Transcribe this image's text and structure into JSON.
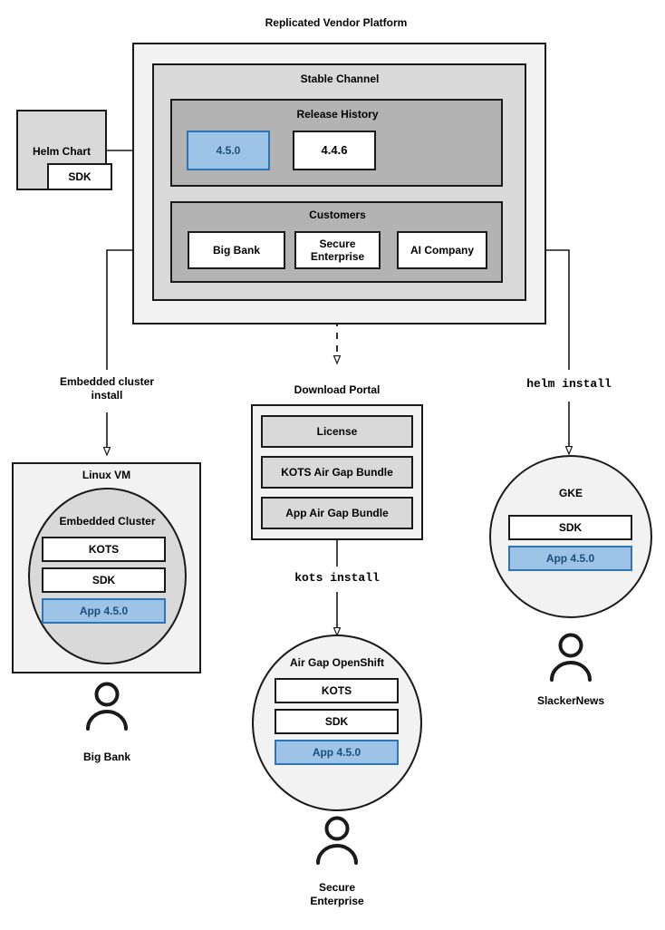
{
  "diagram": {
    "title": "Replicated Vendor Platform",
    "type": "architecture-flow"
  },
  "platform": {
    "title": "Replicated Vendor Platform",
    "channel": {
      "title": "Stable Channel",
      "release_history": {
        "title": "Release History",
        "releases": [
          {
            "version": "4.5.0",
            "highlighted": true
          },
          {
            "version": "4.4.6",
            "highlighted": false
          }
        ]
      },
      "customers": {
        "title": "Customers",
        "items": [
          {
            "name": "Big Bank"
          },
          {
            "name": "Secure\nEnterprise"
          },
          {
            "name": "AI Company"
          }
        ]
      }
    }
  },
  "helm_chart": {
    "title": "Helm Chart",
    "sdk_label": "SDK"
  },
  "connectors": {
    "embedded_cluster_install": "Embedded cluster\ninstall",
    "helm_install": "helm install",
    "kots_install": "kots install"
  },
  "download_portal": {
    "title": "Download Portal",
    "artifacts": [
      {
        "label": "License"
      },
      {
        "label": "KOTS Air Gap Bundle"
      },
      {
        "label": "App Air Gap Bundle"
      }
    ]
  },
  "targets": {
    "linux_vm": {
      "title": "Linux VM",
      "cluster_title": "Embedded Cluster",
      "components": [
        {
          "label": "KOTS",
          "highlighted": false
        },
        {
          "label": "SDK",
          "highlighted": false
        },
        {
          "label": "App 4.5.0",
          "highlighted": true
        }
      ],
      "customer": "Big Bank"
    },
    "airgap_openshift": {
      "title": "Air Gap OpenShift",
      "components": [
        {
          "label": "KOTS",
          "highlighted": false
        },
        {
          "label": "SDK",
          "highlighted": false
        },
        {
          "label": "App 4.5.0",
          "highlighted": true
        }
      ],
      "customer": "Secure\nEnterprise"
    },
    "gke": {
      "title": "GKE",
      "components": [
        {
          "label": "SDK",
          "highlighted": false
        },
        {
          "label": "App 4.5.0",
          "highlighted": true
        }
      ],
      "customer": "SlackerNews"
    }
  },
  "icons": {
    "person": "person-icon",
    "arrow": "arrow-head-icon"
  },
  "colors": {
    "outline": "#1a1a1a",
    "level1_fill": "#f2f2f2",
    "level2_fill": "#d9d9d9",
    "level3_fill": "#b3b3b3",
    "highlight_fill": "#9dc3e6",
    "highlight_border": "#2e75b6",
    "highlight_text": "#1f4e79",
    "white_fill": "#ffffff"
  }
}
